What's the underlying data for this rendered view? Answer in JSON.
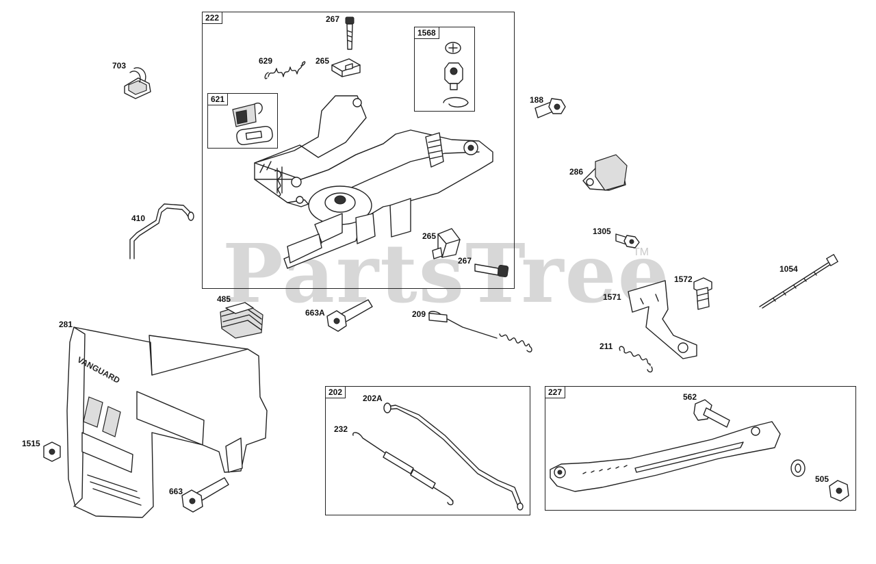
{
  "watermark": {
    "text": "PartsTree",
    "tm": "TM"
  },
  "groups": [
    {
      "id": "group-222",
      "label": "222"
    },
    {
      "id": "group-1568",
      "label": "1568"
    },
    {
      "id": "group-621",
      "label": "621"
    },
    {
      "id": "group-202",
      "label": "202"
    },
    {
      "id": "group-227",
      "label": "227"
    }
  ],
  "parts": {
    "p267a": "267",
    "p629": "629",
    "p265a": "265",
    "p265b": "265",
    "p267b": "267",
    "p703": "703",
    "p188": "188",
    "p286": "286",
    "p410": "410",
    "p1305": "1305",
    "p1054": "1054",
    "p1572": "1572",
    "p1571": "1571",
    "p485": "485",
    "p663A": "663A",
    "p209": "209",
    "p211": "211",
    "p281": "281",
    "p202A": "202A",
    "p232": "232",
    "p562": "562",
    "p505": "505",
    "p1515": "1515",
    "p663": "663"
  },
  "cover_text": "VANGUARD"
}
